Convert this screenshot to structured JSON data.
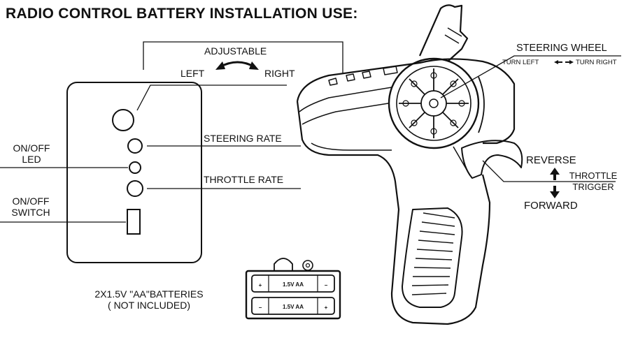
{
  "title": "RADIO CONTROL BATTERY INSTALLATION USE:",
  "labels": {
    "adjustable": "ADJUSTABLE",
    "left": "LEFT",
    "right": "RIGHT",
    "steering_wheel": "STEERING WHEEL",
    "turn_left": "TURN LEFT",
    "turn_right": "TURN RIGHT",
    "steering_rate": "STEERING RATE",
    "throttle_rate": "THROTTLE RATE",
    "onoff_led_line1": "ON/OFF",
    "onoff_led_line2": "LED",
    "onoff_switch_line1": "ON/OFF",
    "onoff_switch_line2": "SWITCH",
    "reverse": "REVERSE",
    "throttle_trigger_line1": "THROTTLE",
    "throttle_trigger_line2": "TRIGGER",
    "forward": "FORWARD",
    "batteries_line1": "2X1.5V \"AA\"BATTERIES",
    "batteries_line2": "( NOT INCLUDED)"
  },
  "battery_pack": {
    "cell_top": {
      "plus": "+",
      "label": "1.5V AA",
      "minus": "−"
    },
    "cell_bottom": {
      "minus": "−",
      "label": "1.5V AA",
      "plus": "+"
    }
  }
}
